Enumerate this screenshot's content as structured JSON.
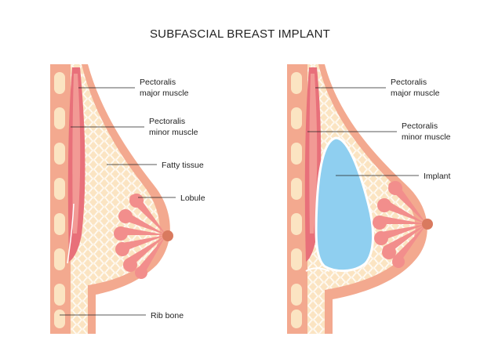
{
  "title": "SUBFASCIAL BREAST IMPLANT",
  "colors": {
    "skin": "#f3a98f",
    "skin_light": "#f7c6b0",
    "fat": "#fbe4c2",
    "fat_outline": "#ffffff",
    "muscle": "#e8707a",
    "muscle_light": "#f29a95",
    "rib": "#fbe4c2",
    "chest_wall": "#f3a98f",
    "lobule": "#f28e8c",
    "nipple": "#d97a5f",
    "implant": "#8fcff0",
    "implant_outline": "#ffffff"
  },
  "left_diagram": {
    "labels": {
      "pectoralis_major_line1": "Pectoralis",
      "pectoralis_major_line2": "major muscle",
      "pectoralis_minor_line1": "Pectoralis",
      "pectoralis_minor_line2": "minor muscle",
      "fatty_tissue": "Fatty tissue",
      "lobule": "Lobule",
      "rib_bone": "Rib bone"
    }
  },
  "right_diagram": {
    "labels": {
      "pectoralis_major_line1": "Pectoralis",
      "pectoralis_major_line2": "major muscle",
      "pectoralis_minor_line1": "Pectoralis",
      "pectoralis_minor_line2": "minor muscle",
      "implant": "Implant"
    }
  }
}
